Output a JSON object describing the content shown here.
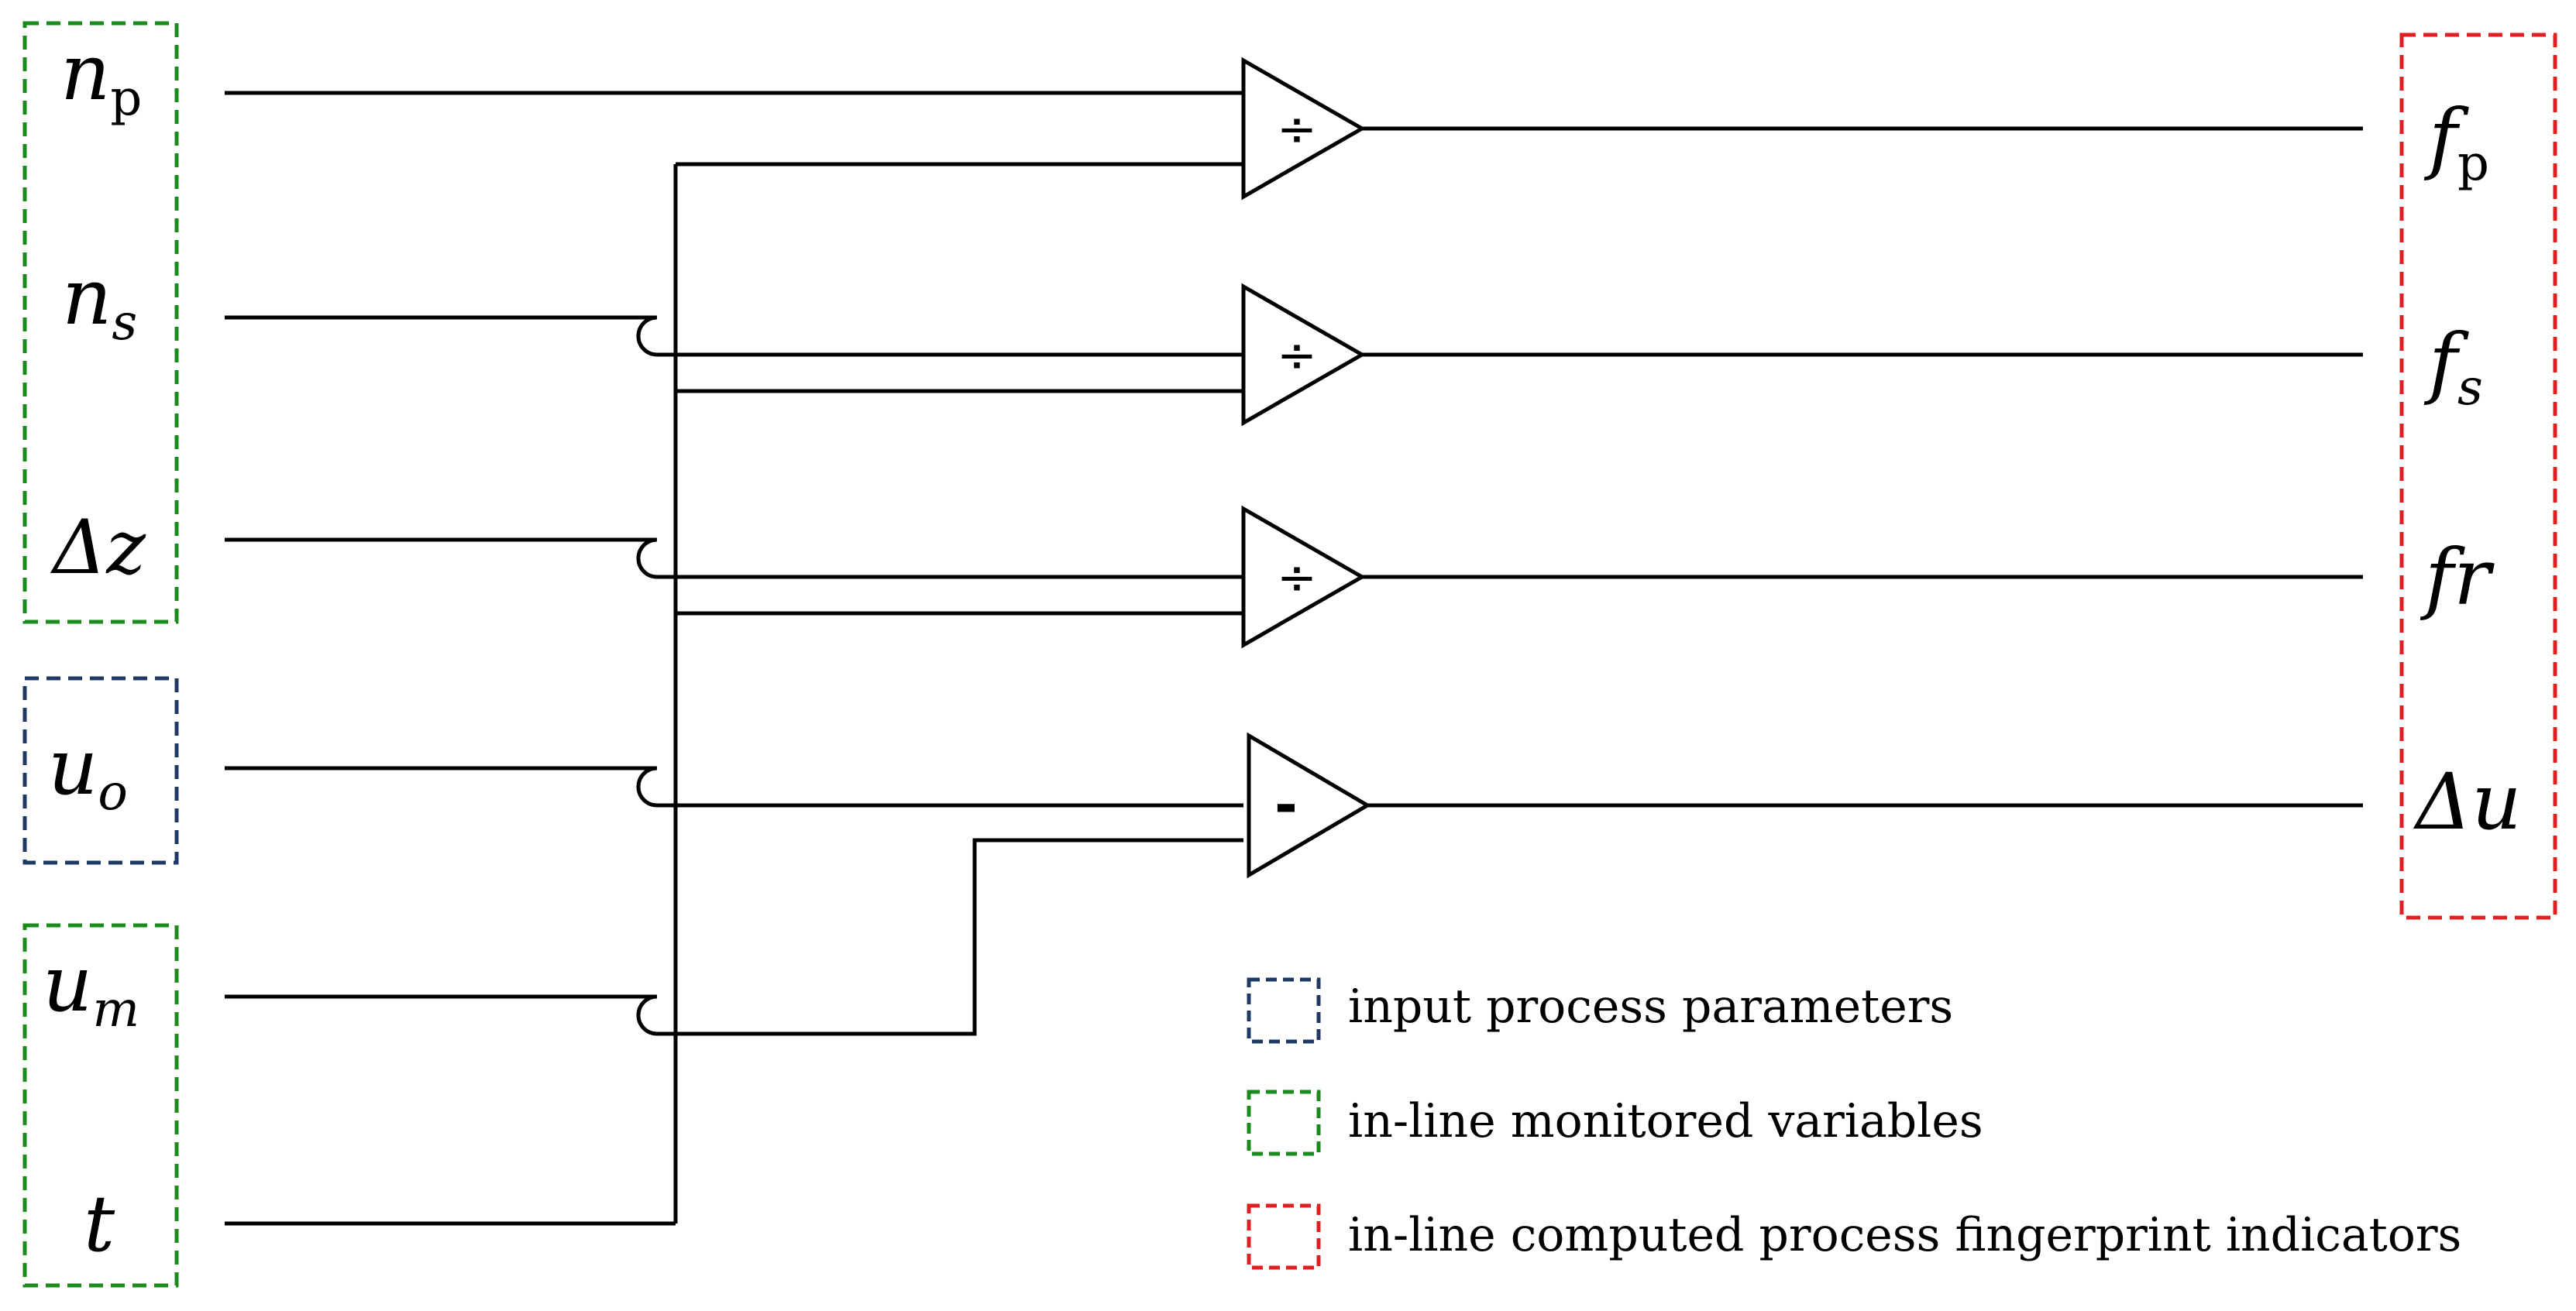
{
  "inputs": {
    "np": {
      "main": "n",
      "sub": "p"
    },
    "ns": {
      "main": "n",
      "sub": "s"
    },
    "dz": {
      "main": "Δz"
    },
    "uo": {
      "main": "u",
      "sub": "o"
    },
    "um": {
      "main": "u",
      "sub": "m"
    },
    "t": {
      "main": "t"
    }
  },
  "outputs": {
    "fp": {
      "main": "f",
      "sub": "p"
    },
    "fs": {
      "main": "f",
      "sub": "s"
    },
    "fr": {
      "main": "fr"
    },
    "du": {
      "main": "Δu"
    }
  },
  "operators": {
    "div1": "÷",
    "div2": "÷",
    "div3": "÷",
    "sub1": "-"
  },
  "legend": {
    "input": "input process parameters",
    "monitored": "in-line monitored variables",
    "computed": "in-line computed process fingerprint indicators"
  },
  "colors": {
    "input_box": "#1f3864",
    "monitored_box": "#1a8a1a",
    "computed_box": "#e02020",
    "line": "#000000"
  }
}
